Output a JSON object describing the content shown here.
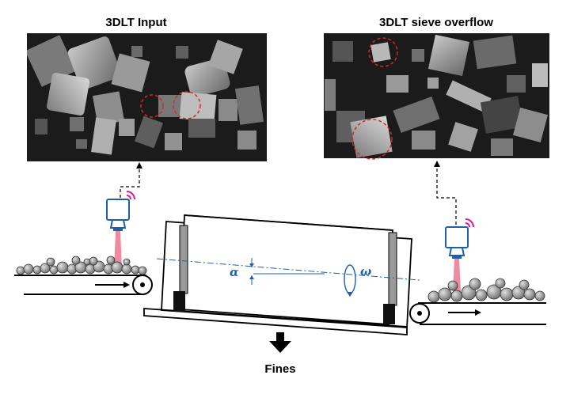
{
  "labels": {
    "input_title": "3DLT Input",
    "overflow_title": "3DLT sieve overflow",
    "fines": "Fines",
    "alpha": "α",
    "omega": "ω"
  },
  "icons": [
    "camera-icon",
    "wifi-signal-icon",
    "down-arrow-icon",
    "laser-beam",
    "conveyor-belt",
    "rotating-drum-sieve"
  ],
  "colors": {
    "camera": "#1f5fa3",
    "signal": "#e0188a",
    "laser": "#f08aa0",
    "highlight_circle": "#d9252e",
    "image_background": "#1b1b1b",
    "annotation": "#1f5fa3"
  }
}
